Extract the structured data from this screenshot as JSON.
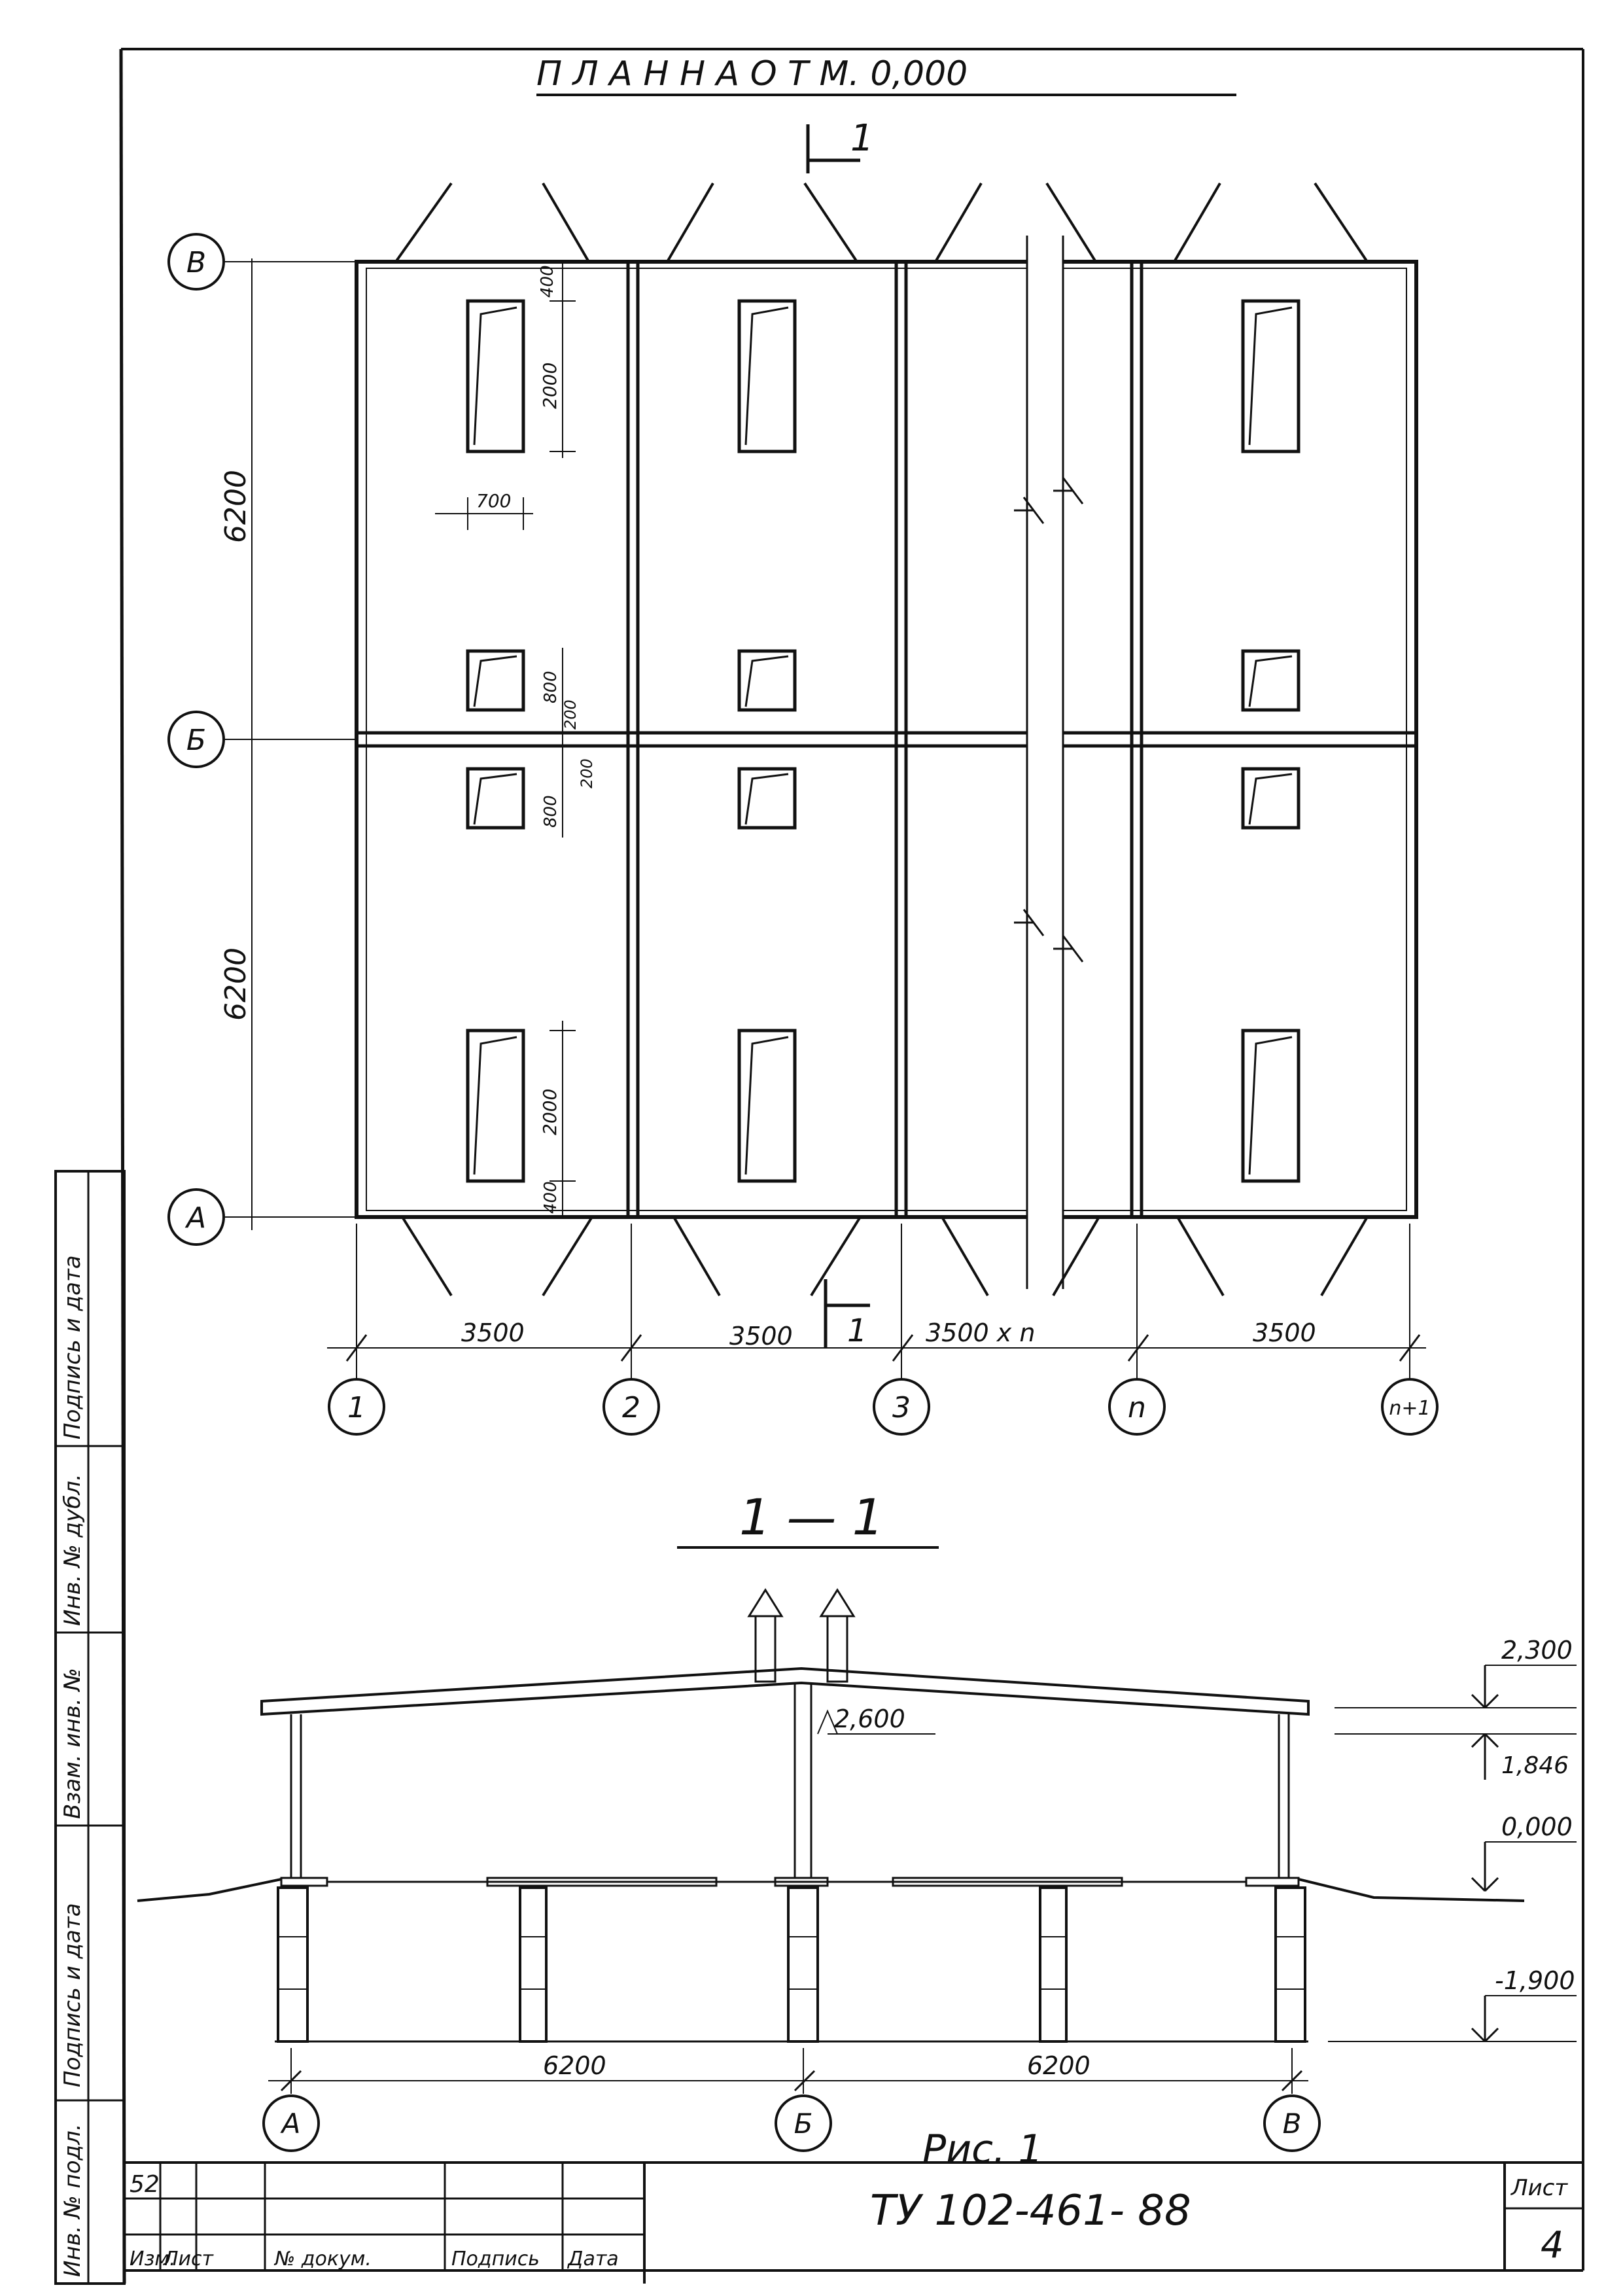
{
  "plan": {
    "title": "П Л А Н     Н А     О Т М.  0,000",
    "section_mark": "1",
    "axes_rows": [
      "В",
      "Б",
      "А"
    ],
    "axes_cols": [
      "1",
      "2",
      "3",
      "n",
      "n+1"
    ],
    "dim_rows": [
      "6200",
      "6200"
    ],
    "dim_cols": [
      "3500",
      "3500",
      "3500 x n",
      "3500"
    ],
    "window_dims": {
      "top_gap": "400",
      "window_h": "2000",
      "window_w": "700",
      "small_h": "800",
      "small_gap": "200"
    }
  },
  "section": {
    "title": "1 — 1",
    "levels": [
      "2,300",
      "2,600",
      "1,846",
      "0,000",
      "-1,900"
    ],
    "dims": [
      "6200",
      "6200"
    ],
    "axes": [
      "А",
      "Б",
      "В"
    ],
    "caption": "Рис. 1"
  },
  "side_stamp": [
    "Инв. № подл.",
    "Подпись и дата",
    "Взам. инв. №",
    "Инв. № дубл.",
    "Подпись и дата"
  ],
  "title_block": {
    "headers": [
      "Изм.",
      "Лист",
      "№ докум.",
      "Подпись",
      "Дата"
    ],
    "doc_code": "ТУ 102-461- 88",
    "sheet_label": "Лист",
    "sheet_no": "4",
    "handwritten": "52"
  }
}
